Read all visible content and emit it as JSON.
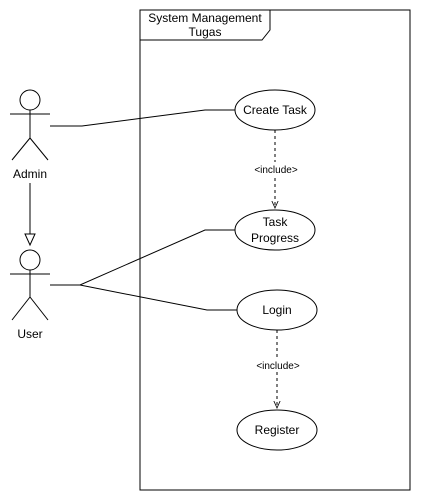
{
  "system": {
    "title_line1": "System Management",
    "title_line2": "Tugas"
  },
  "actors": {
    "admin": {
      "label": "Admin"
    },
    "user": {
      "label": "User"
    }
  },
  "use_cases": {
    "create_task": {
      "label": "Create Task"
    },
    "task_progress": {
      "line1": "Task",
      "line2": "Progress"
    },
    "login": {
      "label": "Login"
    },
    "register": {
      "label": "Register"
    }
  },
  "relations": {
    "include_create_progress": "<include>",
    "include_login_register": "<include>"
  },
  "colors": {
    "stroke": "#000000",
    "background": "#ffffff"
  }
}
